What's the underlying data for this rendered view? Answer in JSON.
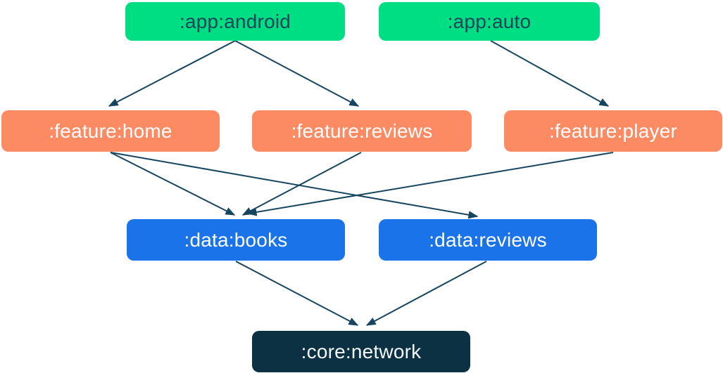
{
  "diagram": {
    "type": "module-dependency-graph",
    "nodes": [
      {
        "id": "app-android",
        "label": ":app:android",
        "group": "app",
        "fill": "#00de84",
        "text_color": "#1e4458"
      },
      {
        "id": "app-auto",
        "label": ":app:auto",
        "group": "app",
        "fill": "#00de84",
        "text_color": "#1e4458"
      },
      {
        "id": "feature-home",
        "label": ":feature:home",
        "group": "feature",
        "fill": "#fc8a63",
        "text_color": "#ffffff"
      },
      {
        "id": "feature-reviews",
        "label": ":feature:reviews",
        "group": "feature",
        "fill": "#fc8a63",
        "text_color": "#ffffff"
      },
      {
        "id": "feature-player",
        "label": ":feature:player",
        "group": "feature",
        "fill": "#fc8a63",
        "text_color": "#ffffff"
      },
      {
        "id": "data-books",
        "label": ":data:books",
        "group": "data",
        "fill": "#1a73e8",
        "text_color": "#ffffff"
      },
      {
        "id": "data-reviews",
        "label": ":data:reviews",
        "group": "data",
        "fill": "#1a73e8",
        "text_color": "#ffffff"
      },
      {
        "id": "core-network",
        "label": ":core:network",
        "group": "core",
        "fill": "#0b3142",
        "text_color": "#f5f8fa"
      }
    ],
    "edges": [
      {
        "from": ":app:android",
        "to": ":feature:home"
      },
      {
        "from": ":app:android",
        "to": ":feature:reviews"
      },
      {
        "from": ":app:auto",
        "to": ":feature:player"
      },
      {
        "from": ":feature:home",
        "to": ":data:books"
      },
      {
        "from": ":feature:home",
        "to": ":data:reviews"
      },
      {
        "from": ":feature:reviews",
        "to": ":data:books"
      },
      {
        "from": ":feature:player",
        "to": ":data:books"
      },
      {
        "from": ":data:books",
        "to": ":core:network"
      },
      {
        "from": ":data:reviews",
        "to": ":core:network"
      }
    ],
    "colors": {
      "app": "#00de84",
      "feature": "#fc8a63",
      "data": "#1a73e8",
      "core": "#0b3142",
      "edge": "#16465f",
      "background": "#ffffff"
    }
  }
}
